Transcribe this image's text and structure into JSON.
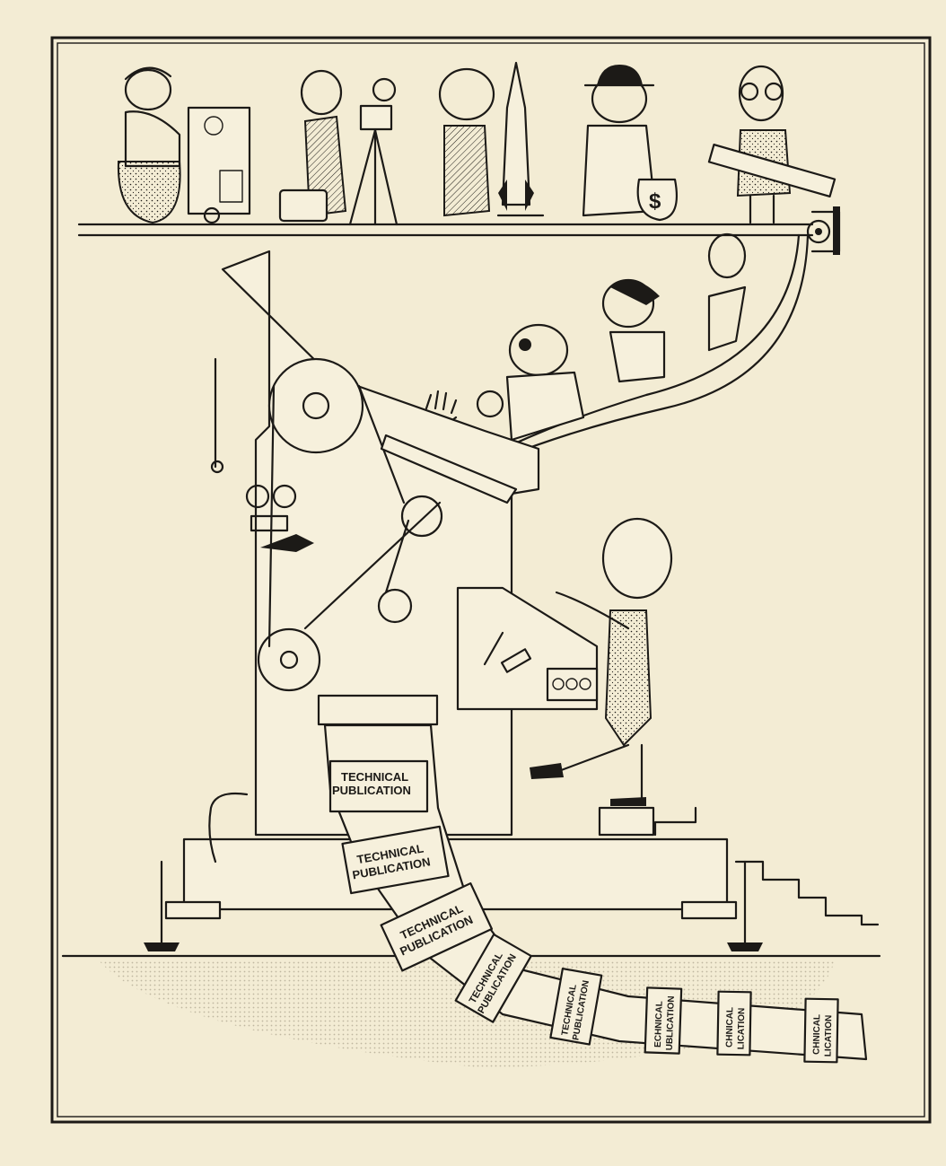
{
  "illustration": {
    "sheet_label_1": "TECHNICAL\nPUBLICATION",
    "sheet_label_2": "TECHNICAL\nPUBLICATION",
    "sheet_label_3": "TECHNICAL\nPUBLICATION",
    "sheet_label_4": "TECHNICAL\nPUBLICATION",
    "sheet_label_5": "TECHNICAL\nPUBLICATION",
    "sheet_label_6": "ECHNICAL\nUBLICATION",
    "sheet_label_7": "CHNICAL\nLICATION",
    "sheet_label_8": "CHNICAL\nLICATION",
    "money_bag_symbol": "$"
  },
  "colors": {
    "paper": "#f3ecd4",
    "ink": "#1c1a17",
    "shadow": "#d9d2bb"
  }
}
